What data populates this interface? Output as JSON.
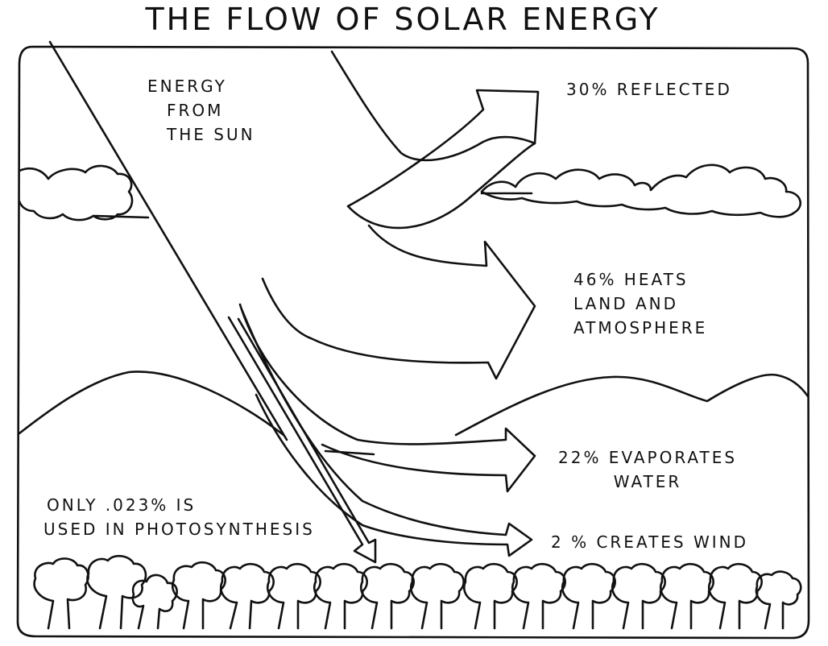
{
  "title": "THE FLOW OF SOLAR ENERGY",
  "labels": {
    "sun": [
      "ENERGY",
      "FROM",
      "THE SUN"
    ],
    "reflected": "30% REFLECTED",
    "heats": [
      "46% HEATS",
      "LAND AND",
      "ATMOSPHERE"
    ],
    "evaporates": [
      "22% EVAPORATES",
      "WATER"
    ],
    "wind": "2 % CREATES WIND",
    "photosynthesis": [
      "ONLY .023% IS",
      "USED IN PHOTOSYNTHESIS"
    ]
  }
}
